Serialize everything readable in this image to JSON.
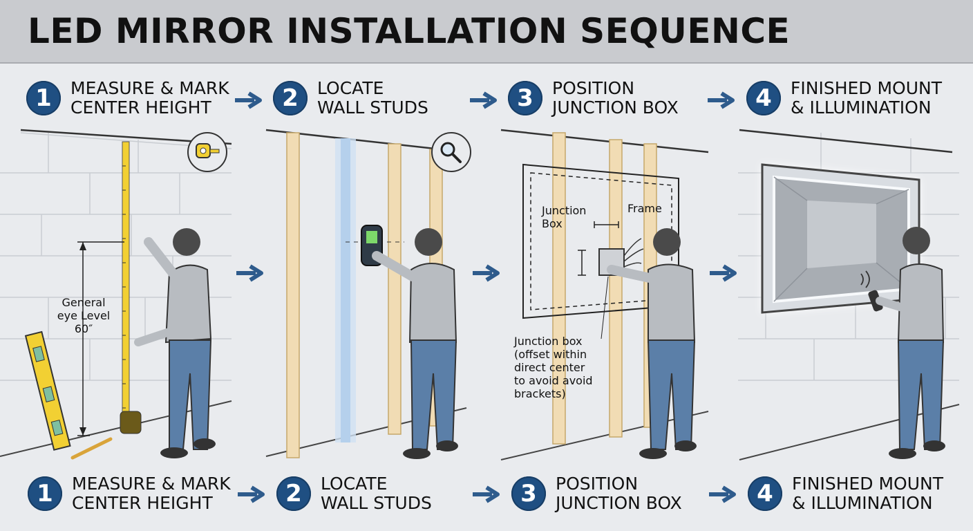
{
  "title": "LED MIRROR INSTALLATION SEQUENCE",
  "steps": [
    {
      "number": "1",
      "line1": "MEASURE & MARK",
      "line2": "CENTER HEIGHT"
    },
    {
      "number": "2",
      "line1": "LOCATE",
      "line2": "WALL STUDS"
    },
    {
      "number": "3",
      "line1": "POSITION",
      "line2": "JUNCTION BOX"
    },
    {
      "number": "4",
      "line1": "FINISHED MOUNT",
      "line2": "& ILLUMINATION"
    }
  ],
  "annotations": {
    "eye_level": "General eye Level 60″",
    "junction_box_label": "Junction Box",
    "frame_label": "Frame",
    "junction_note": "Junction box (offset within direct center to avoid avoid brackets)"
  },
  "icons": {
    "tape": "tape-measure-icon",
    "magnifier": "magnifier-icon"
  },
  "colors": {
    "badge": "#1f4f82",
    "arrow": "#2e5b8c",
    "stud": "#f1dcb4",
    "shirt": "#b8bcc1",
    "jeans": "#5b7fa8",
    "level": "#f2d033"
  }
}
